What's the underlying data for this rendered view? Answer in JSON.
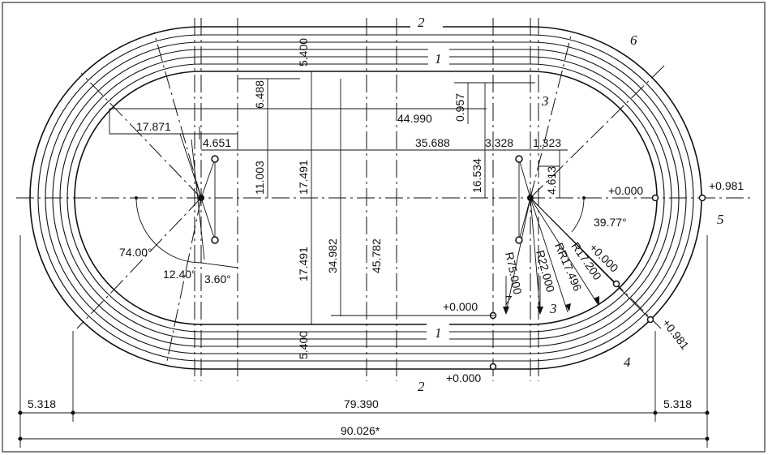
{
  "dimensions": {
    "d_5_400_top": "5.400",
    "d_6_488": "6.488",
    "d_17_871": "17.871",
    "d_44_990": "44.990",
    "d_0_957": "0.957",
    "d_4_651": "4.651",
    "d_35_688": "35.688",
    "d_3_328": "3.328",
    "d_1_323": "1.323",
    "d_11_003": "11.003",
    "d_17_491_top": "17.491",
    "d_16_534": "16.534",
    "d_4_613": "4.613",
    "d_plus_0_000_right": "+0.000",
    "d_plus_0_981_right": "+0.981",
    "d_39_77": "39.77°",
    "d_74_00": "74.00°",
    "d_12_40": "12.40°",
    "d_3_60": "3.60°",
    "d_17_491_bottom": "17.491",
    "d_34_982": "34.982",
    "d_45_782": "45.782",
    "d_r75": "R75.000",
    "d_r22": "R22.000",
    "d_rr17": "RR17.496",
    "d_r17_200": "R17.200",
    "d_plus_0_000_diag": "+0.000",
    "d_plus_0_981_diag": "+0.981",
    "d_plus_0_000_mid": "+0.000",
    "d_plus_0_000_low": "+0.000",
    "d_5_400_bottom": "5.400",
    "d_5_318_left": "5.318",
    "d_79_390": "79.390",
    "d_5_318_right": "5.318",
    "d_90_026": "90.026*"
  },
  "labels": {
    "n1_top": "1",
    "n2_top": "2",
    "n3_top": "3",
    "n6": "6",
    "n5": "5",
    "n7": "7",
    "n3_bottom": "3",
    "n1_bottom": "1",
    "n2_bottom": "2",
    "n4": "4"
  }
}
